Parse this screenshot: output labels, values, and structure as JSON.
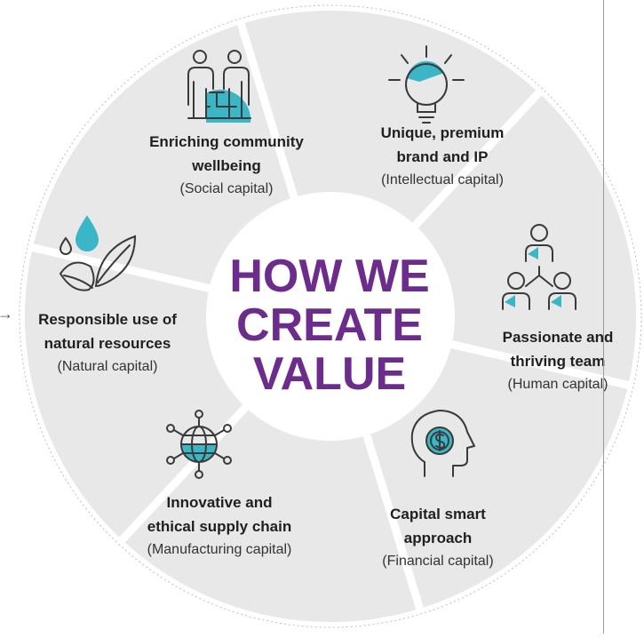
{
  "center": {
    "line1": "HOW WE",
    "line2": "CREATE",
    "line3": "VALUE"
  },
  "colors": {
    "segment_fill": "#e8e8e8",
    "center_fill": "#ffffff",
    "title_purple": "#6b2c8b",
    "icon_accent": "#3bb6c6",
    "icon_stroke": "#3a3a3a"
  },
  "segments": [
    {
      "id": "social",
      "icon": "community-people-icon",
      "line1": "Enriching community",
      "line2": "wellbeing",
      "sub": "(Social capital)"
    },
    {
      "id": "intellectual",
      "icon": "lightbulb-icon",
      "line1": "Unique, premium",
      "line2": "brand and IP",
      "sub": "(Intellectual capital)"
    },
    {
      "id": "human",
      "icon": "team-hierarchy-icon",
      "line1": "Passionate and",
      "line2": "thriving team",
      "sub": "(Human capital)"
    },
    {
      "id": "financial",
      "icon": "dollar-head-icon",
      "line1": "Capital smart",
      "line2": "approach",
      "sub": "(Financial capital)"
    },
    {
      "id": "manufacturing",
      "icon": "globe-network-icon",
      "line1": "Innovative and",
      "line2": "ethical supply chain",
      "sub": "(Manufacturing capital)"
    },
    {
      "id": "natural",
      "icon": "water-leaf-icon",
      "line1": "Responsible use of",
      "line2": "natural resources",
      "sub": "(Natural capital)"
    }
  ]
}
